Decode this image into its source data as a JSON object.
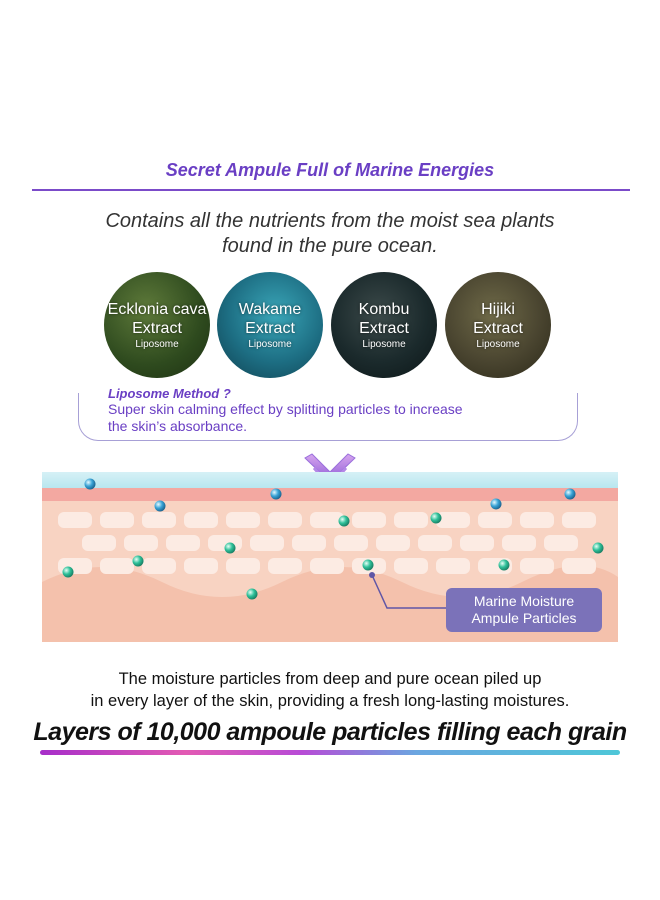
{
  "header": {
    "title": "Secret Ampule Full of Marine Energies",
    "subtitle_line1": "Contains all the nutrients from the moist sea plants",
    "subtitle_line2": "found in the pure ocean."
  },
  "extracts": [
    {
      "name": "Ecklonia cava",
      "type": "Extract",
      "form": "Liposome"
    },
    {
      "name": "Wakame",
      "type": "Extract",
      "form": "Liposome"
    },
    {
      "name": "Kombu",
      "type": "Extract",
      "form": "Liposome"
    },
    {
      "name": "Hijiki",
      "type": "Extract",
      "form": "Liposome"
    }
  ],
  "method": {
    "title": "Liposome Method ?",
    "line1": "Super skin calming effect by splitting particles to increase",
    "line2": "the skin’s absorbance."
  },
  "diagram": {
    "label_line1": "Marine Moisture",
    "label_line2": "Ampule Particles"
  },
  "footer": {
    "caption_line1": "The moisture particles from deep and pure ocean piled up",
    "caption_line2": "in every layer of the skin, providing a fresh long-lasting moistures.",
    "tagline": "Layers of 10,000 ampoule particles filling each grain"
  },
  "colors": {
    "accent": "#6a3fc4",
    "skin": "#f7c9b6",
    "label_box": "#7b72b9"
  }
}
